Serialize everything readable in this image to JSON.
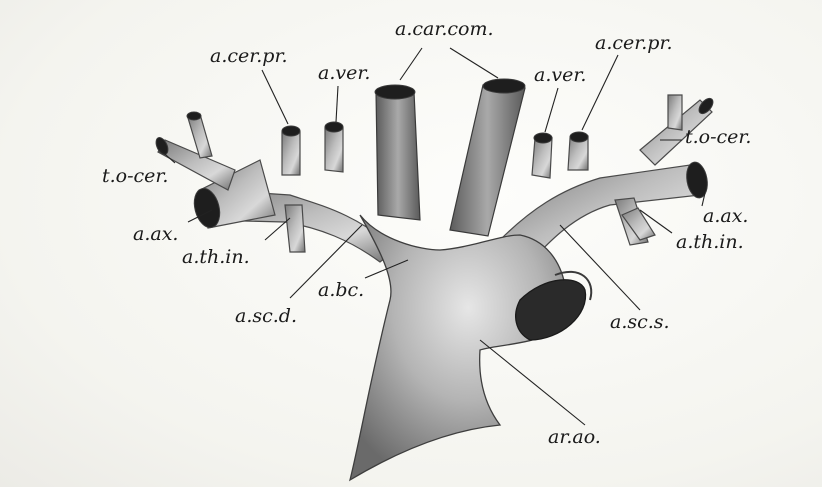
{
  "labels": {
    "car_com": "a.car.com.",
    "cer_pr_left": "a.cer.pr.",
    "ver_left": "a.ver.",
    "ver_right": "a.ver.",
    "cer_pr_right": "a.cer.pr.",
    "to_cer_right": "t.o-cer.",
    "to_cer_left": "t.o-cer.",
    "ax_left": "a.ax.",
    "ax_right": "a.ax.",
    "th_in_left": "a.th.in.",
    "th_in_right": "a.th.in.",
    "bc": "a.bc.",
    "sc_d": "a.sc.d.",
    "sc_s": "a.sc.s.",
    "ar_ao": "ar.ao."
  }
}
